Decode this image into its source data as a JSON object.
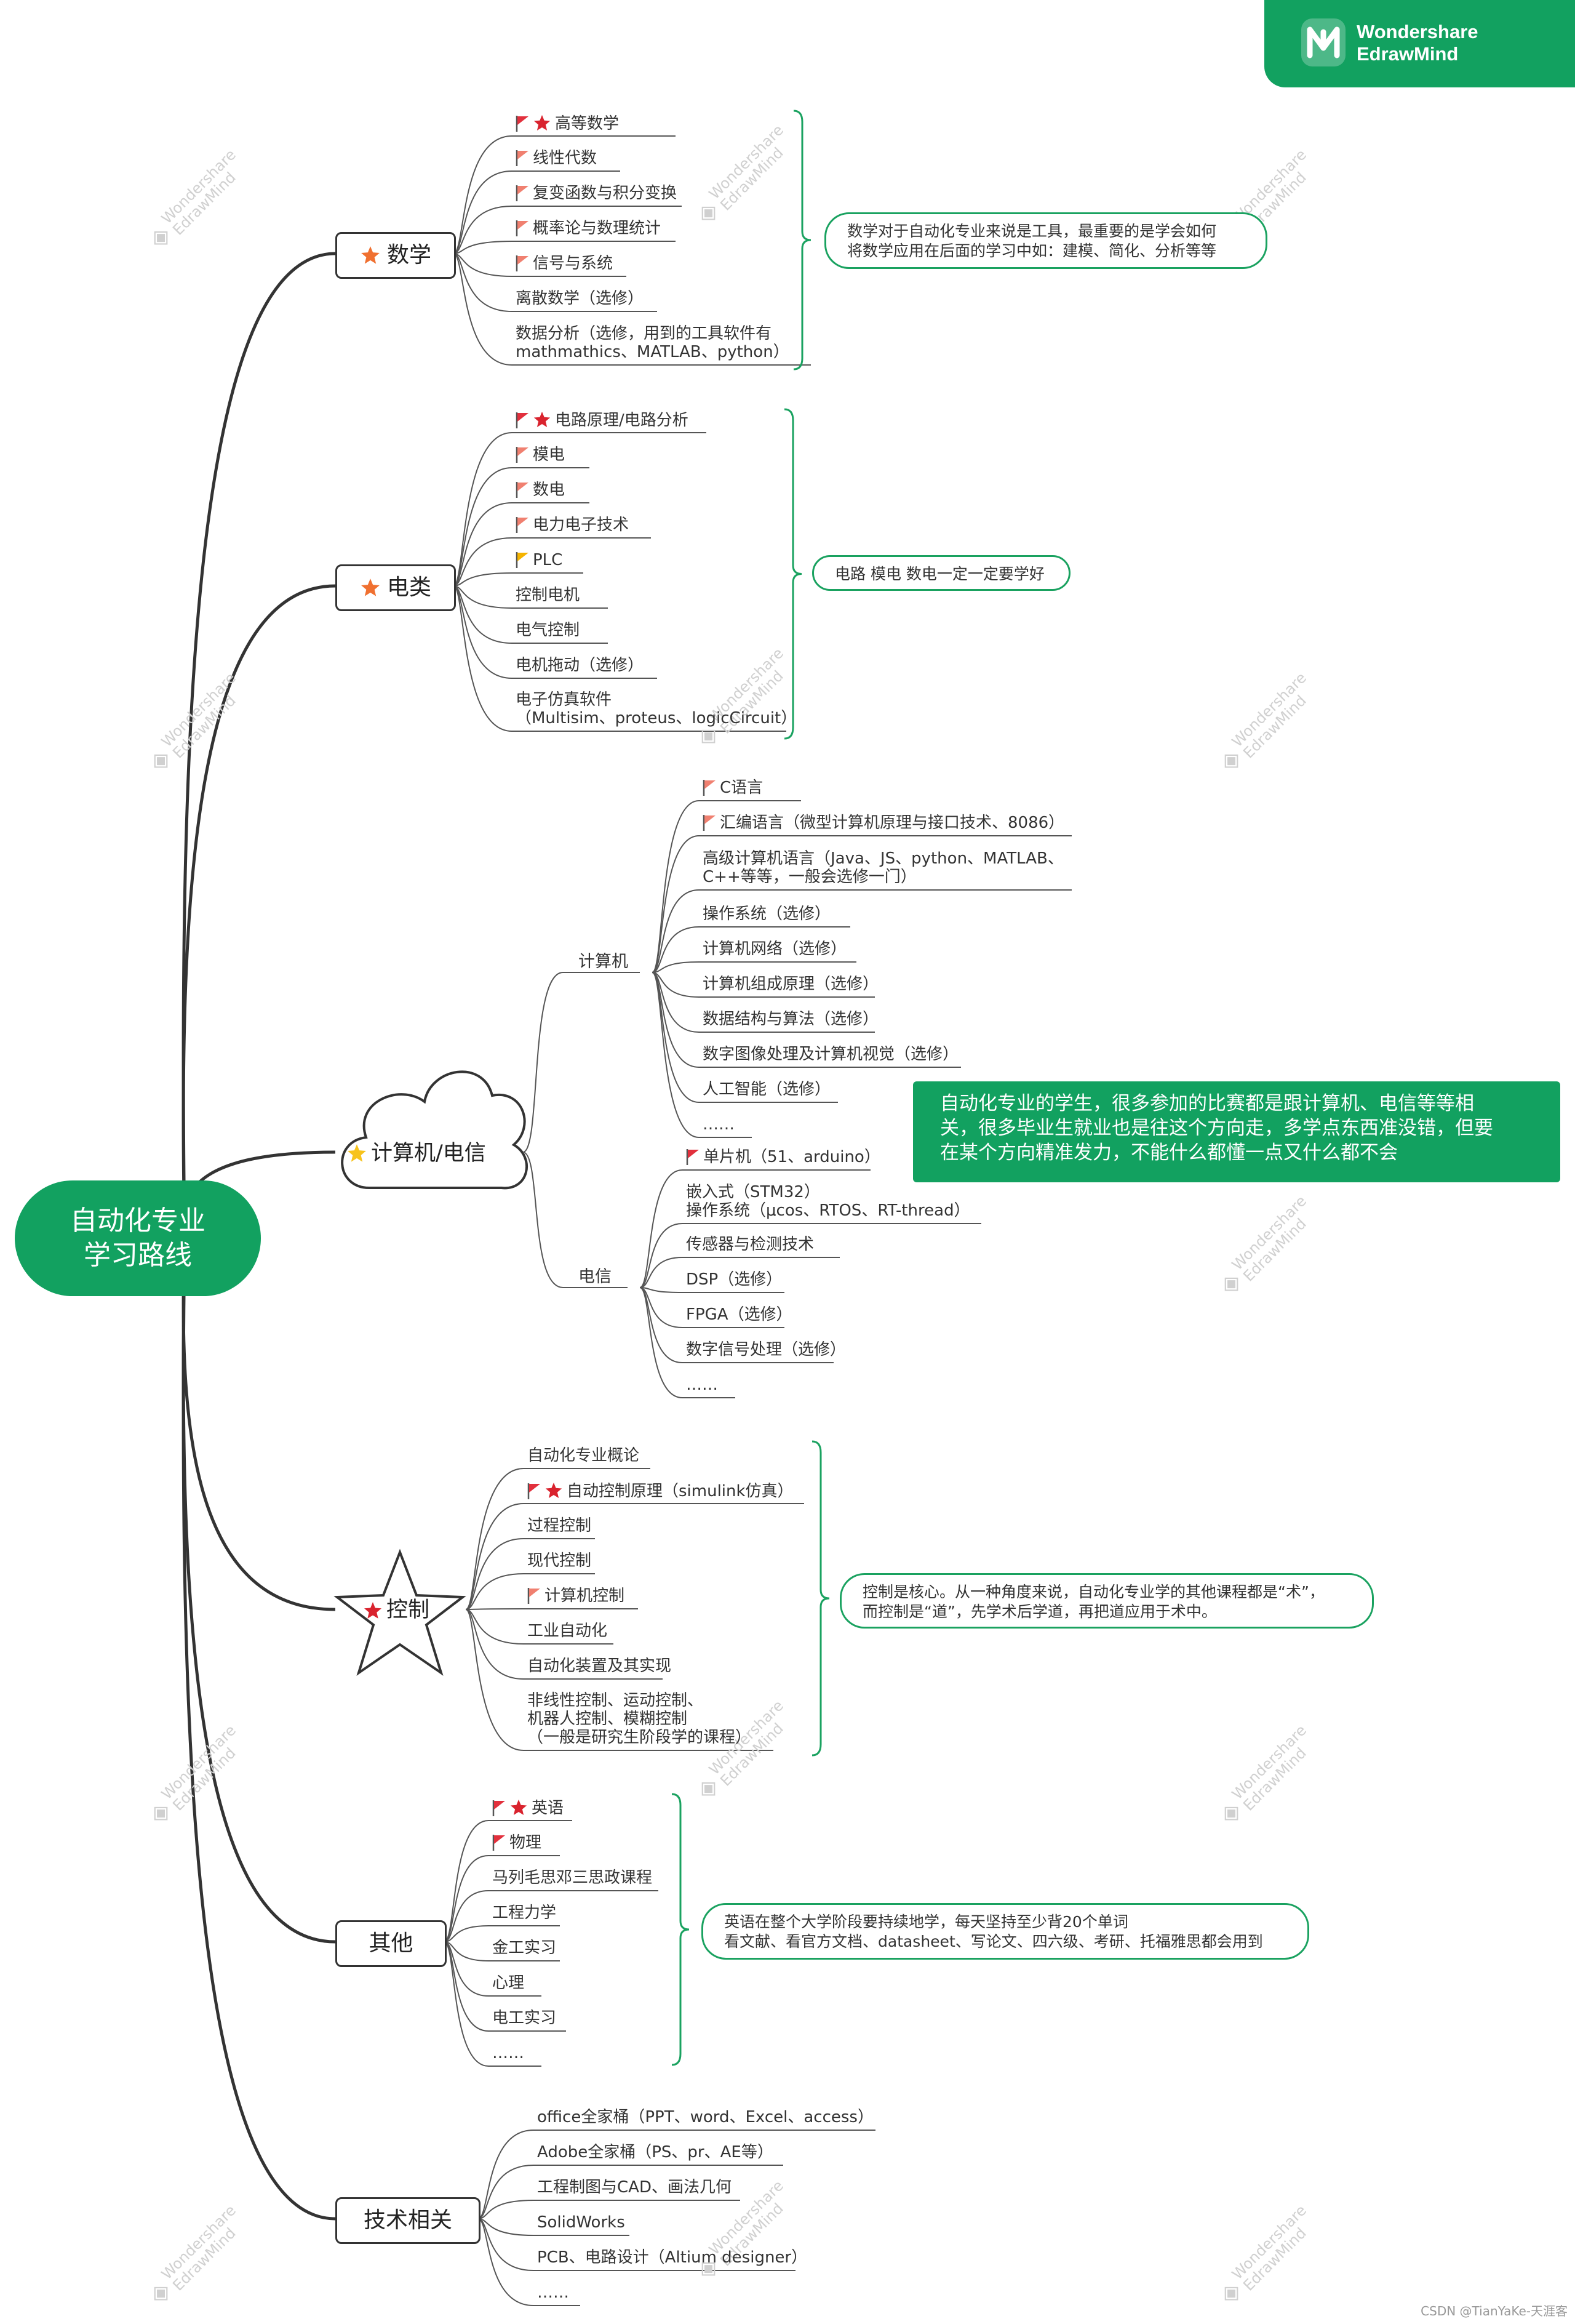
{
  "brand": {
    "line1": "Wondershare",
    "line2": "EdrawMind",
    "icon": "edrawmind-logo-icon"
  },
  "watermark": {
    "line1": "Wondershare",
    "line2": "EdrawMind"
  },
  "credit": "CSDN @TianYaKe-天涯客",
  "root": {
    "line1": "自动化专业",
    "line2": "学习路线"
  },
  "colors": {
    "green": "#12a160",
    "flag_red": "#e2303d",
    "flag_salmon": "#f08070",
    "flag_yellow": "#f5b400",
    "star_orange": "#f07030",
    "star_red": "#d9232e",
    "star_yellow": "#f7c31c"
  },
  "branches": [
    {
      "label": "数学",
      "marker": "star-orange",
      "items": [
        {
          "text": "高等数学",
          "flag": "red",
          "star": true
        },
        {
          "text": "线性代数",
          "flag": "salmon"
        },
        {
          "text": "复变函数与积分变换",
          "flag": "salmon"
        },
        {
          "text": "概率论与数理统计",
          "flag": "salmon"
        },
        {
          "text": "信号与系统",
          "flag": "salmon"
        },
        {
          "text": "离散数学（选修）"
        },
        {
          "text": "数据分析（选修，用到的工具软件有",
          "text2": "mathmathics、MATLAB、python）"
        }
      ],
      "note": {
        "line1": "数学对于自动化专业来说是工具，最重要的是学会如何",
        "line2": "将数学应用在后面的学习中如：建模、简化、分析等等"
      }
    },
    {
      "label": "电类",
      "marker": "star-orange",
      "items": [
        {
          "text": "电路原理/电路分析",
          "flag": "red",
          "star": true
        },
        {
          "text": "模电",
          "flag": "salmon"
        },
        {
          "text": "数电",
          "flag": "salmon"
        },
        {
          "text": "电力电子技术",
          "flag": "salmon"
        },
        {
          "text": "PLC",
          "flag": "yellow"
        },
        {
          "text": "控制电机"
        },
        {
          "text": "电气控制"
        },
        {
          "text": "电机拖动（选修）"
        },
        {
          "text": "电子仿真软件",
          "text2": "（Multisim、proteus、logicCircuit）"
        }
      ],
      "note": {
        "line1": "电路 模电 数电一定一定要学好"
      }
    },
    {
      "label": "计算机/电信",
      "marker": "star-yellow",
      "sub": [
        {
          "label": "计算机",
          "items": [
            {
              "text": "C语言",
              "flag": "salmon"
            },
            {
              "text": "汇编语言（微型计算机原理与接口技术、8086）",
              "flag": "salmon"
            },
            {
              "text": "高级计算机语言（Java、JS、python、MATLAB、",
              "text2": "C++等等，一般会选修一门）"
            },
            {
              "text": "操作系统（选修）"
            },
            {
              "text": "计算机网络（选修）"
            },
            {
              "text": "计算机组成原理（选修）"
            },
            {
              "text": "数据结构与算法（选修）"
            },
            {
              "text": "数字图像处理及计算机视觉（选修）"
            },
            {
              "text": "人工智能（选修）"
            },
            {
              "text": "……"
            }
          ]
        },
        {
          "label": "电信",
          "items": [
            {
              "text": "单片机（51、arduino）",
              "flag": "red"
            },
            {
              "text": "嵌入式（STM32）",
              "text2": "操作系统（μcos、RTOS、RT-thread）"
            },
            {
              "text": "传感器与检测技术"
            },
            {
              "text": "DSP（选修）"
            },
            {
              "text": "FPGA（选修）"
            },
            {
              "text": "数字信号处理（选修）"
            },
            {
              "text": "……"
            }
          ]
        }
      ],
      "highlight": {
        "line1": "自动化专业的学生，很多参加的比赛都是跟计算机、电信等等相",
        "line2": "关，很多毕业生就业也是往这个方向走，多学点东西准没错，但要",
        "line3": "在某个方向精准发力，不能什么都懂一点又什么都不会"
      }
    },
    {
      "label": "控制",
      "marker": "star-red",
      "items": [
        {
          "text": "自动化专业概论"
        },
        {
          "text": "自动控制原理（simulink仿真）",
          "flag": "red",
          "star": true
        },
        {
          "text": "过程控制"
        },
        {
          "text": "现代控制"
        },
        {
          "text": "计算机控制",
          "flag": "salmon"
        },
        {
          "text": "工业自动化"
        },
        {
          "text": "自动化装置及其实现"
        },
        {
          "text": "非线性控制、运动控制、",
          "text2": "机器人控制、模糊控制",
          "text3": "（一般是研究生阶段学的课程）"
        }
      ],
      "note": {
        "line1": "控制是核心。从一种角度来说，自动化专业学的其他课程都是“术”，",
        "line2": "而控制是“道”，先学术后学道，再把道应用于术中。"
      }
    },
    {
      "label": "其他",
      "items": [
        {
          "text": "英语",
          "flag": "red",
          "star": true
        },
        {
          "text": "物理",
          "flag": "red"
        },
        {
          "text": "马列毛思邓三思政课程"
        },
        {
          "text": "工程力学"
        },
        {
          "text": "金工实习"
        },
        {
          "text": "心理"
        },
        {
          "text": "电工实习"
        },
        {
          "text": "……"
        }
      ],
      "note": {
        "line1": "英语在整个大学阶段要持续地学，每天坚持至少背20个单词",
        "line2": "看文献、看官方文档、datasheet、写论文、四六级、考研、托福雅思都会用到"
      }
    },
    {
      "label": "技术相关",
      "items": [
        {
          "text": "office全家桶（PPT、word、Excel、access）"
        },
        {
          "text": "Adobe全家桶（PS、pr、AE等）"
        },
        {
          "text": "工程制图与CAD、画法几何"
        },
        {
          "text": "SolidWorks"
        },
        {
          "text": "PCB、电路设计（Altium designer）"
        },
        {
          "text": "……"
        }
      ]
    }
  ]
}
